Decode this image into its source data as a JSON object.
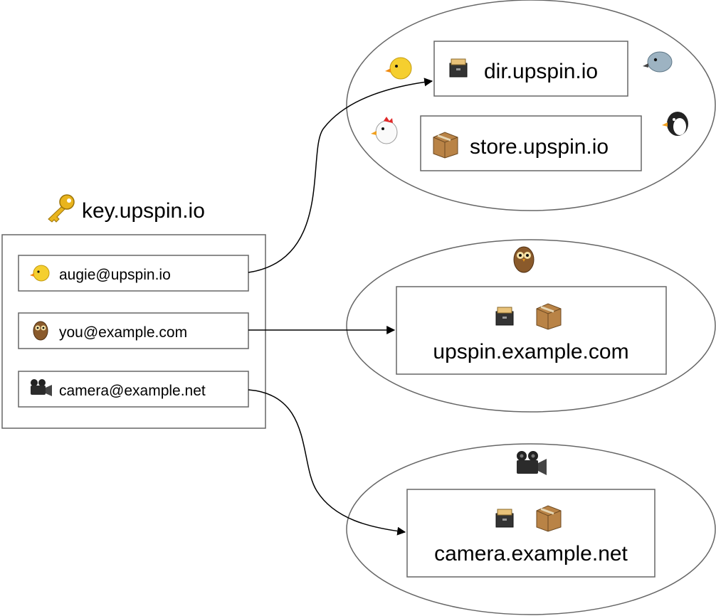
{
  "key_server": {
    "title": "key.upspin.io",
    "icon": "key-icon",
    "users": [
      {
        "name": "augie@upspin.io",
        "icon": "chick-icon"
      },
      {
        "name": "you@example.com",
        "icon": "owl-icon"
      },
      {
        "name": "camera@example.net",
        "icon": "movie-camera-icon"
      }
    ]
  },
  "clusters": [
    {
      "servers": [
        {
          "label": "dir.upspin.io",
          "icon": "file-cabinet-icon"
        },
        {
          "label": "store.upspin.io",
          "icon": "package-icon"
        }
      ],
      "users": [
        "chick-icon",
        "bird-icon",
        "chicken-icon",
        "penguin-icon"
      ]
    },
    {
      "owner": "owl-icon",
      "server": {
        "label": "upspin.example.com",
        "icons": [
          "file-cabinet-icon",
          "package-icon"
        ]
      }
    },
    {
      "owner": "movie-camera-icon",
      "server": {
        "label": "camera.example.net",
        "icons": [
          "file-cabinet-icon",
          "package-icon"
        ]
      }
    }
  ],
  "colors": {
    "stroke": "#666666",
    "arrow": "#000000",
    "text": "#111111"
  }
}
